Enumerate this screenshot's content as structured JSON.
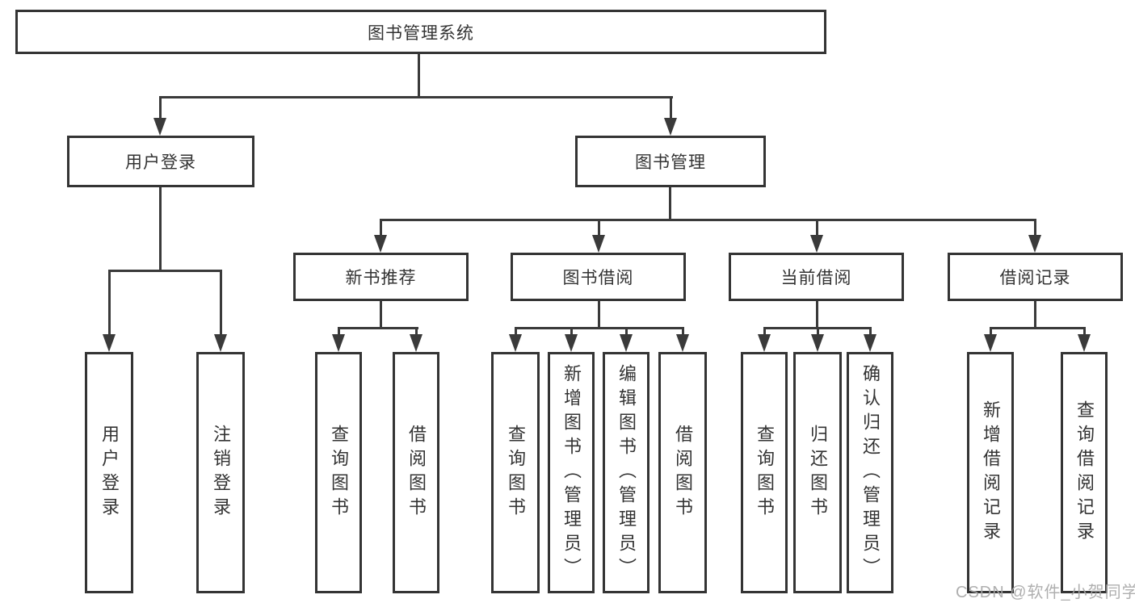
{
  "colors": {
    "line": "#3a3a3a",
    "border": "#343434",
    "text": "#333333",
    "watermark": "#a8a8a8",
    "background": "#ffffff"
  },
  "diagram": {
    "root": {
      "label": "图书管理系统"
    },
    "branches": [
      {
        "label": "用户登录",
        "children": [
          {
            "label": "用户登录"
          },
          {
            "label": "注销登录"
          }
        ]
      },
      {
        "label": "图书管理",
        "children": [
          {
            "label": "新书推荐",
            "children": [
              {
                "label": "查询图书"
              },
              {
                "label": "借阅图书"
              }
            ]
          },
          {
            "label": "图书借阅",
            "children": [
              {
                "label": "查询图书"
              },
              {
                "label": "新增图书（管理员）"
              },
              {
                "label": "编辑图书（管理员）"
              },
              {
                "label": "借阅图书"
              }
            ]
          },
          {
            "label": "当前借阅",
            "children": [
              {
                "label": "查询图书"
              },
              {
                "label": "归还图书"
              },
              {
                "label": "确认归还（管理员）"
              }
            ]
          },
          {
            "label": "借阅记录",
            "children": [
              {
                "label": "新增借阅记录"
              },
              {
                "label": "查询借阅记录"
              }
            ]
          }
        ]
      }
    ]
  },
  "watermark": {
    "text": "CSDN @软件_小贺同学"
  }
}
